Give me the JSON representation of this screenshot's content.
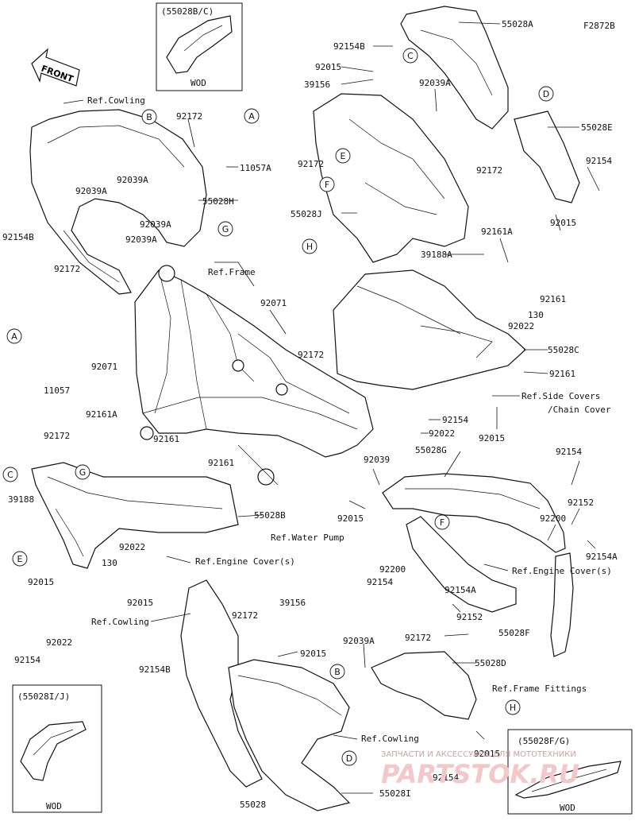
{
  "figure_code": "F2872B",
  "front_label": "FRONT",
  "insets": {
    "top": {
      "title": "(55028B/C)",
      "note": "WOD"
    },
    "bottom_left": {
      "title": "(55028I/J)",
      "note": "WOD"
    },
    "bottom_right": {
      "title": "(55028F/G)",
      "note": "WOD"
    }
  },
  "watermark": {
    "line1": "ЗАПЧАСТИ И АКСЕССУАРЫ ДЛЯ МОТОТЕХНИКИ",
    "logo": "PARTSTOK.RU"
  },
  "labels": [
    {
      "id": "l1",
      "text": "55028A"
    },
    {
      "id": "l2",
      "text": "92154B"
    },
    {
      "id": "l3",
      "text": "92015"
    },
    {
      "id": "l4",
      "text": "39156"
    },
    {
      "id": "l5",
      "text": "92039A"
    },
    {
      "id": "l6",
      "text": "Ref.Cowling"
    },
    {
      "id": "l7",
      "text": "92172"
    },
    {
      "id": "l8",
      "text": "92039A"
    },
    {
      "id": "l9",
      "text": "11057A"
    },
    {
      "id": "l10",
      "text": "92039A"
    },
    {
      "id": "l11",
      "text": "55028H"
    },
    {
      "id": "l12",
      "text": "92039A"
    },
    {
      "id": "l13",
      "text": "92039A"
    },
    {
      "id": "l14",
      "text": "92154B"
    },
    {
      "id": "l15",
      "text": "92172"
    },
    {
      "id": "l16",
      "text": "55028J"
    },
    {
      "id": "l17",
      "text": "55028E"
    },
    {
      "id": "l18",
      "text": "92172"
    },
    {
      "id": "l19",
      "text": "92154"
    },
    {
      "id": "l20",
      "text": "92015"
    },
    {
      "id": "l21",
      "text": "92161A"
    },
    {
      "id": "l22",
      "text": "39188A"
    },
    {
      "id": "l23",
      "text": "Ref.Frame"
    },
    {
      "id": "l24",
      "text": "92172"
    },
    {
      "id": "l25",
      "text": "92071"
    },
    {
      "id": "l26",
      "text": "92161"
    },
    {
      "id": "l27",
      "text": "130"
    },
    {
      "id": "l28",
      "text": "92022"
    },
    {
      "id": "l29",
      "text": "55028C"
    },
    {
      "id": "l30",
      "text": "92172"
    },
    {
      "id": "l31",
      "text": "92161"
    },
    {
      "id": "l32",
      "text": "11057"
    },
    {
      "id": "l33",
      "text": "92071"
    },
    {
      "id": "l34",
      "text": "Ref.Side Covers"
    },
    {
      "id": "l35",
      "text": "/Chain Cover"
    },
    {
      "id": "l36",
      "text": "92161A"
    },
    {
      "id": "l37",
      "text": "92154"
    },
    {
      "id": "l38",
      "text": "92022"
    },
    {
      "id": "l39",
      "text": "92015"
    },
    {
      "id": "l40",
      "text": "92172"
    },
    {
      "id": "l41",
      "text": "92161"
    },
    {
      "id": "l42",
      "text": "92161"
    },
    {
      "id": "l43",
      "text": "92039"
    },
    {
      "id": "l44",
      "text": "55028G"
    },
    {
      "id": "l45",
      "text": "92154"
    },
    {
      "id": "l46",
      "text": "39188"
    },
    {
      "id": "l47",
      "text": "55028B"
    },
    {
      "id": "l48",
      "text": "92015"
    },
    {
      "id": "l49",
      "text": "92152"
    },
    {
      "id": "l50",
      "text": "92200"
    },
    {
      "id": "l51",
      "text": "92022"
    },
    {
      "id": "l52",
      "text": "130"
    },
    {
      "id": "l53",
      "text": "Ref.Water Pump"
    },
    {
      "id": "l54",
      "text": "92154A"
    },
    {
      "id": "l55",
      "text": "92015"
    },
    {
      "id": "l56",
      "text": "Ref.Engine Cover(s)"
    },
    {
      "id": "l57",
      "text": "92154"
    },
    {
      "id": "l58",
      "text": "92200"
    },
    {
      "id": "l59",
      "text": "Ref.Engine Cover(s)"
    },
    {
      "id": "l60",
      "text": "92015"
    },
    {
      "id": "l61",
      "text": "92154A"
    },
    {
      "id": "l62",
      "text": "Ref.Cowling"
    },
    {
      "id": "l63",
      "text": "92172"
    },
    {
      "id": "l64",
      "text": "39156"
    },
    {
      "id": "l65",
      "text": "92152"
    },
    {
      "id": "l66",
      "text": "55028F"
    },
    {
      "id": "l67",
      "text": "92022"
    },
    {
      "id": "l68",
      "text": "92154"
    },
    {
      "id": "l69",
      "text": "92172"
    },
    {
      "id": "l70",
      "text": "92154B"
    },
    {
      "id": "l71",
      "text": "92015"
    },
    {
      "id": "l72",
      "text": "92039A"
    },
    {
      "id": "l73",
      "text": "55028D"
    },
    {
      "id": "l74",
      "text": "Ref.Frame Fittings"
    },
    {
      "id": "l75",
      "text": "Ref.Cowling"
    },
    {
      "id": "l76",
      "text": "92015"
    },
    {
      "id": "l77",
      "text": "92154"
    },
    {
      "id": "l78",
      "text": "55028"
    },
    {
      "id": "l79",
      "text": "55028I"
    }
  ],
  "callouts": [
    "A",
    "B",
    "C",
    "D",
    "E",
    "F",
    "G",
    "H",
    "A",
    "B",
    "C",
    "D",
    "E",
    "F",
    "G",
    "H"
  ]
}
